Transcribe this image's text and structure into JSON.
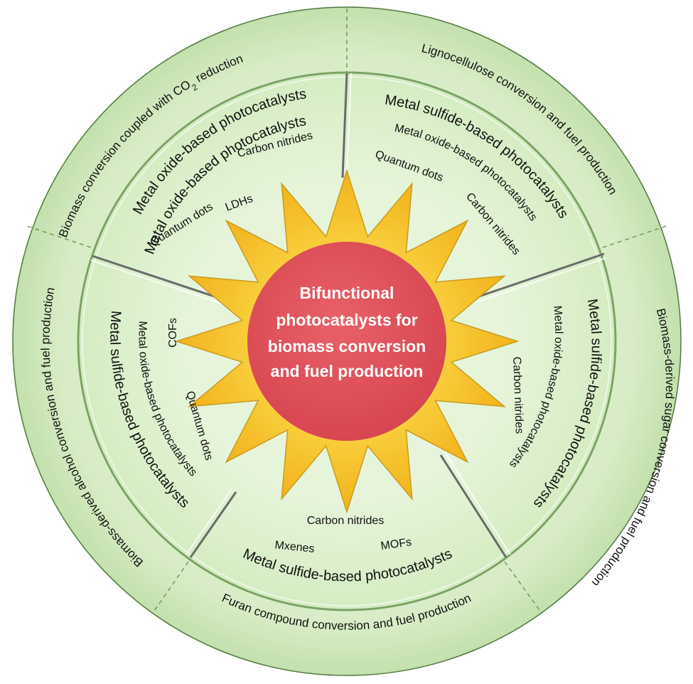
{
  "center": {
    "lines": [
      "Bifunctional",
      "photocatalysts for",
      "biomass conversion",
      "and fuel production"
    ]
  },
  "outer_ring": {
    "seg1_prefix": "Biomass conversion coupled with CO",
    "seg1_sub": "2",
    "seg1_suffix": " reduction",
    "seg2": "Lignocellulose conversion and fuel production",
    "seg3": "Biomass-derived sugar conversion and fuel production",
    "seg4": "Furan compound conversion and fuel production",
    "seg5": "Biomass-derived alcohol conversion and fuel production"
  },
  "wedges": {
    "top_left": {
      "title": "Metal oxide-based photocatalysts",
      "inner1": "Metal oxide-based photocatalysts",
      "items": [
        "Quantum dots",
        "Carbon nitrides",
        "LDHs"
      ]
    },
    "top_right": {
      "title": "Metal sulfide-based photocatalysts",
      "line2": "Metal oxide-based photocatalysts",
      "items": [
        "Quantum dots",
        "Carbon nitrides"
      ]
    },
    "right": {
      "title": "Metal sulfide-based photocatalysts",
      "line2": "Metal oxide-based photocatalysts",
      "items": [
        "Carbon nitrides"
      ]
    },
    "bottom": {
      "title": "Metal sulfide-based photocatalysts",
      "items": [
        "Carbon nitrides",
        "Mxenes",
        "MOFs"
      ]
    },
    "left": {
      "title": "Metal sulfide-based photocatalysts",
      "line2": "Metal oxide-based photocatalysts",
      "items": [
        "COFs",
        "Quantum dots"
      ]
    }
  },
  "colors": {
    "outer_ring": "#cfe8bd",
    "inner_disc": "#e2f3d4",
    "sun": "#f7c22e",
    "sun_outline": "#b8860b",
    "center_circle": "#e0535c",
    "divider": "#5e8f4a"
  }
}
